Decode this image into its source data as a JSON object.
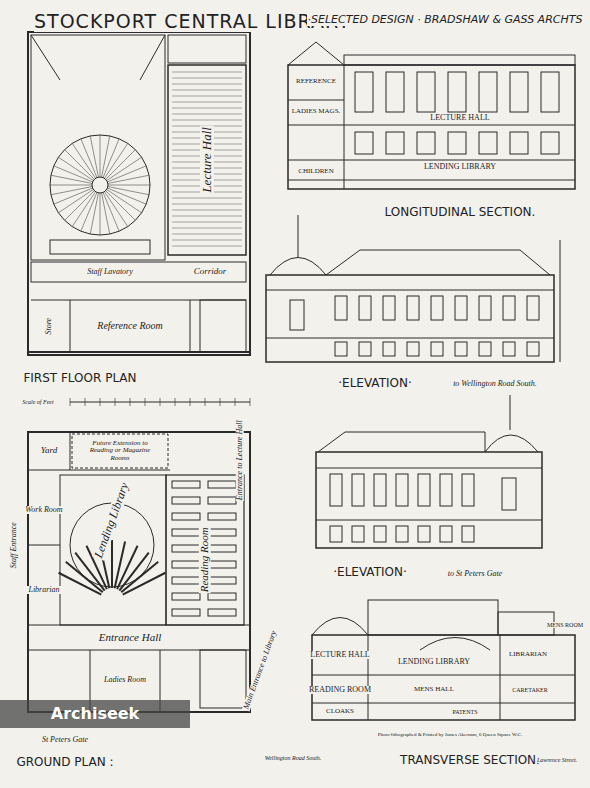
{
  "diagram": {
    "title": "STOCKPORT CENTRAL LIBRARY",
    "labels": [
      "·SELECTED DESIGN · BRADSHAW & GASS ARCHTS",
      "Lecture Hall",
      "Corridor",
      "Staff Lavatory",
      "Reference Room",
      "Store",
      "FIRST FLOOR PLAN",
      "REFERENCE",
      "LECTURE HALL",
      "LADIES MAGS.",
      "LENDING LIBRARY",
      "CHILDREN",
      "LONGITUDINAL SECTION.",
      "·ELEVATION·",
      "to Wellington Road South.",
      "Scale of Feet",
      "Yard",
      "Future Extension to Reading or Magazine Rooms",
      "Entrance to Lecture Hall",
      "Staff Entrance",
      "Work Room",
      "Lending Library",
      "Reading Room",
      "Entrance Hall",
      "Librarian",
      "Ladies Room",
      "Main Entrance to Library",
      "St Peters Gate",
      "GROUND PLAN :",
      "·ELEVATION·",
      "to St Peters Gate",
      "LECTURE HALL",
      "READING ROOM",
      "LENDING LIBRARY",
      "LIBRARIAN",
      "MENS ROOM",
      "MENS HALL",
      "PATENTS",
      "CARETAKER",
      "CLOAKS",
      "TRANSVERSE SECTION.",
      "Wellington Road South.",
      "Lawrence Street.",
      "Archiseek",
      "Photo-lithographed & Printed by James Akerman, 6 Queen Square W.C."
    ]
  }
}
